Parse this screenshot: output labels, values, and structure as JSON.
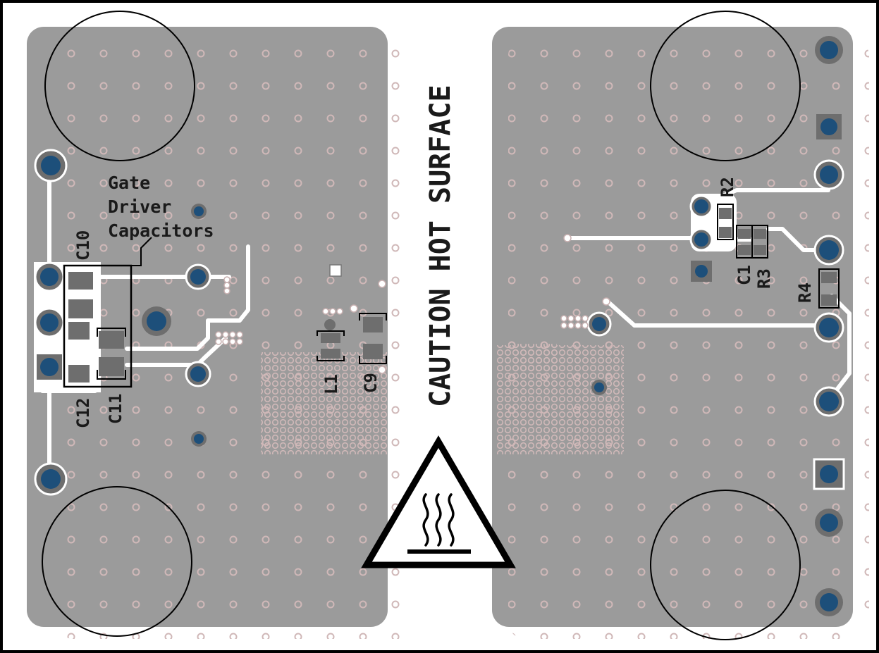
{
  "notes": {
    "gate_driver": [
      "Gate",
      "Driver",
      "Capacitors"
    ]
  },
  "caution": {
    "text": "CAUTION HOT SURFACE"
  },
  "designators": {
    "c10": "C10",
    "c11": "C11",
    "c12": "C12",
    "c9": "C9",
    "l1": "L1",
    "r2": "R2",
    "c1": "C1",
    "r3": "R3",
    "r4": "R4"
  },
  "colors": {
    "background": "#ffffff",
    "board_frame": "#000000",
    "copper_plane": "#9b9b9b",
    "pad": "#6e6e6e",
    "via_fill": "#1d4f7a",
    "via_ring": "#555555",
    "trace": "#ffffff",
    "silkscreen": "#1a1a1a",
    "drill_ring": "#d0b8b8"
  },
  "icons": {
    "warning": "hot-surface-warning-icon"
  }
}
